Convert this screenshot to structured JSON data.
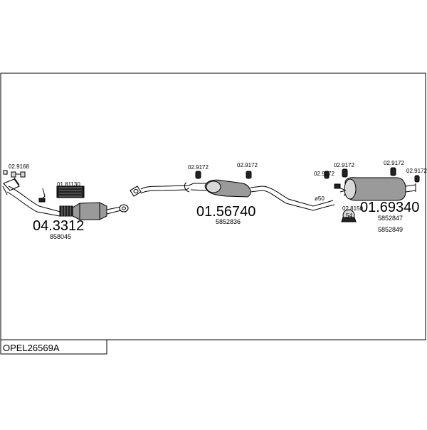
{
  "diagram_code": "OPEL26569A",
  "parts": [
    {
      "number": "04.3312",
      "oem": "858045"
    },
    {
      "number": "01.56740",
      "oem": "5852836"
    },
    {
      "number": "01.69340",
      "oem": [
        "5852847",
        "5852849"
      ]
    }
  ],
  "fittings": {
    "f_9168": "02.9168",
    "f_81130": "01.81130",
    "f_9172_a": "02.9172",
    "f_9172_b": "02.9172",
    "f_9172_c": "02.9172",
    "f_9172_d": "02.9172",
    "f_9172_e": "02.9172",
    "f_9172_f": "02.9172",
    "f_8150": "02.8150"
  },
  "diameter_label": "ø50",
  "clamp_size": "54",
  "colors": {
    "ink": "#000000",
    "part_grey": "#9a9a9a",
    "part_dark": "#222222"
  }
}
